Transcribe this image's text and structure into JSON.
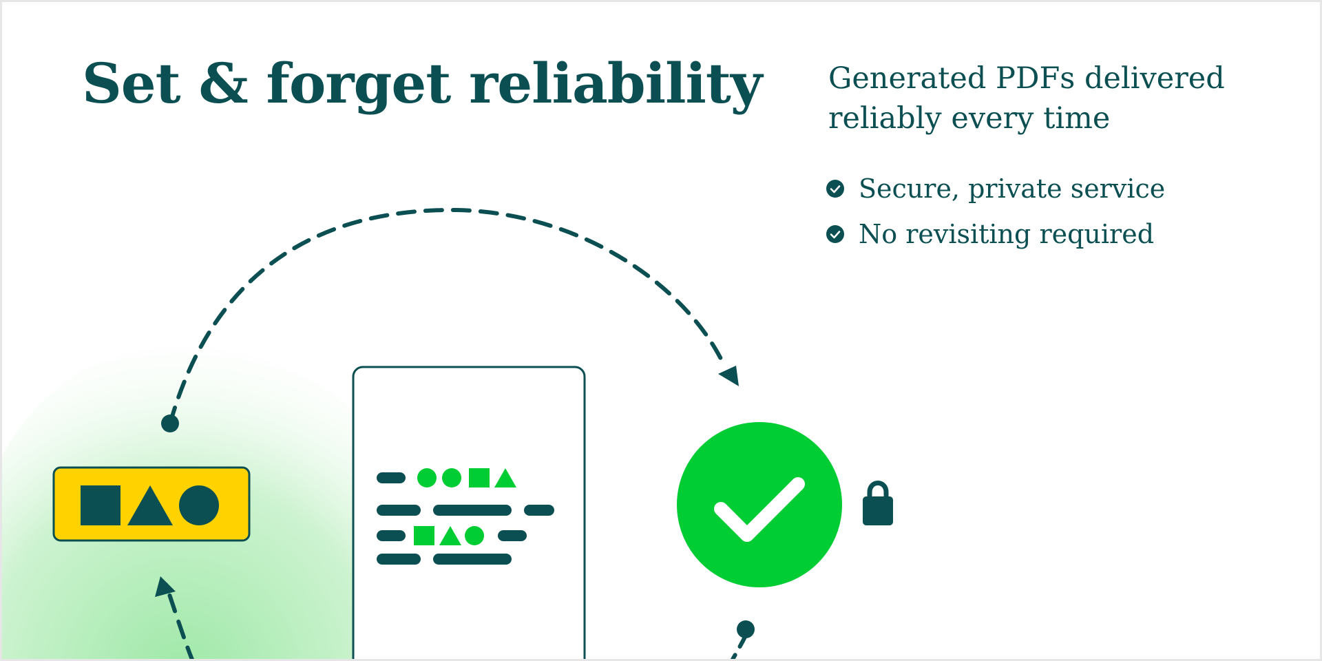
{
  "headline": "Set & forget reliability",
  "subheadline": "Generated PDFs delivered reliably every time",
  "features": [
    "Secure, private service",
    "No revisiting required"
  ],
  "colors": {
    "ink": "#0b4f52",
    "brand_green": "#00cc33",
    "accent_yellow": "#ffd200",
    "background": "#ffffff"
  },
  "icons": [
    "check-circle-icon",
    "lock-icon",
    "shapes-icon",
    "document-icon",
    "success-check-icon"
  ]
}
